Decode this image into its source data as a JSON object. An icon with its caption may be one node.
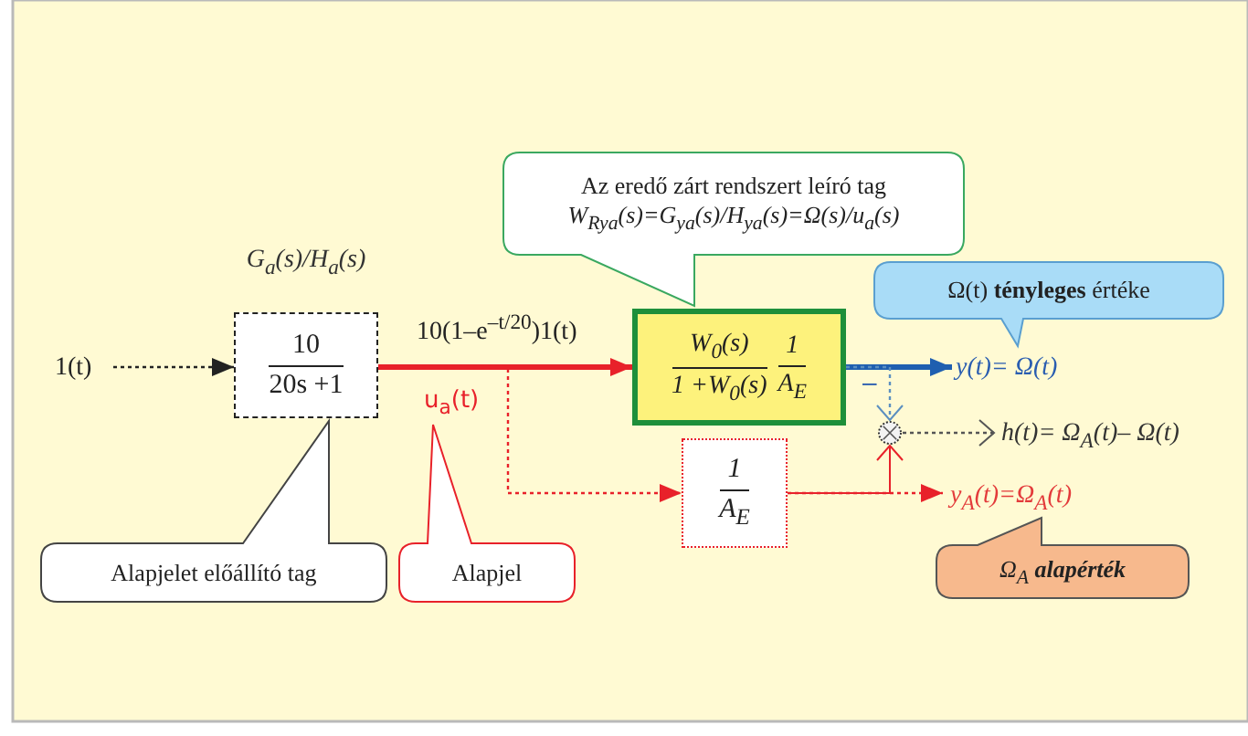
{
  "diagram": {
    "nodes": [
      {
        "text": [
          "1(t)"
        ]
      },
      {
        "text": [
          "10",
          "20s +1"
        ],
        "beside": [
          "G$_{a}$(s)/H$_{a}$(s)"
        ]
      },
      {
        "text": [
          "W$_{0}$(s)",
          "1 +W$_{0}$(s)",
          "1",
          "A$_{E}$"
        ]
      },
      {
        "text": [
          "1",
          "A$_{E}$"
        ]
      },
      {
        "text": [
          "y(t)= Ω(t)"
        ]
      },
      {
        "text": [],
        "shape": "circle"
      },
      {
        "text": [
          "h(t)= Ω$_{A}$(t)– Ω(t)"
        ]
      },
      {
        "text": [
          "y$_{A}$(t)=Ω$_{A}$(t)"
        ]
      },
      {
        "text": [
          "Az eredő zárt rendszert leíró tag",
          "W$_{Rya}$(s)=G$_{ya}$(s)/H$_{ya}$(s)=Ω(s)/u$_{a}$(s)"
        ]
      },
      {
        "text": [
          "Ω(t) **tényleges** értéke"
        ]
      },
      {
        "text": [
          "Alapjelet előállító tag"
        ]
      },
      {
        "text": [
          "Alapjel"
        ]
      },
      {
        "text": [
          "Ω$_{A}$ **alapérték**"
        ]
      }
    ],
    "edges": [
      {
        "from": 0,
        "to": 1,
        "arrow": "to",
        "style": "dashed",
        "color": "#222222"
      },
      {
        "from": 1,
        "to": 2,
        "arrow": "to",
        "style": "thick"
      },
      {
        "from": 1,
        "to": 3,
        "arrow": "to",
        "style": "dashed"
      },
      {
        "from": 2,
        "to": 4,
        "arrow": "to",
        "style": "thick",
        "color": "#1f5fb0"
      },
      {
        "from": 2,
        "to": 5,
        "arrow": "to",
        "style": "dashed",
        "color": "#5b8fc0"
      },
      {
        "from": 3,
        "to": 7,
        "arrow": "to",
        "style": "dashed"
      },
      {
        "from": 3,
        "to": 5,
        "arrow": "to"
      },
      {
        "from": 5,
        "to": 6,
        "arrow": "to",
        "style": "dashed",
        "color": "#555555"
      }
    ],
    "labels": [
      "10(1–e$^{–t/20}$)1(t)",
      "u$_{a}$(t)",
      "–"
    ]
  }
}
